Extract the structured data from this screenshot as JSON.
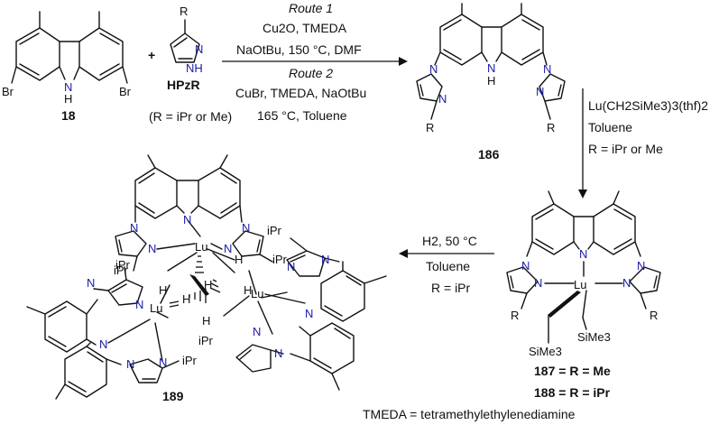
{
  "compounds": {
    "c18": "18",
    "c186": "186",
    "c189": "189",
    "c187": "187 = R = Me",
    "c188": "188 = R = iPr",
    "hpz_label": "HPzR",
    "hpz_R_note": "(R = iPr or Me)",
    "plus": "+"
  },
  "reagents": {
    "route1_title": "Route 1",
    "route1_line1": "Cu2O, TMEDA",
    "route1_line2": "NaOtBu, 150 °C, DMF",
    "route2_title": "Route 2",
    "route2_line1": "CuBr, TMEDA, NaOtBu",
    "route2_line2": "165 °C, Toluene",
    "step2_line1": "Lu(CH2SiMe3)3(thf)2",
    "step2_line2": "Toluene",
    "step2_line3": "R = iPr or Me",
    "step3_line1": "H2, 50 °C",
    "step3_line2": "Toluene",
    "step3_line3": "R = iPr"
  },
  "atoms": {
    "Br": "Br",
    "N": "N",
    "H": "H",
    "NH": "NH",
    "R": "R",
    "Lu": "Lu",
    "iPr": "iPr",
    "SiMe3": "SiMe3"
  },
  "footnote": "TMEDA = tetramethylethylenediamine"
}
